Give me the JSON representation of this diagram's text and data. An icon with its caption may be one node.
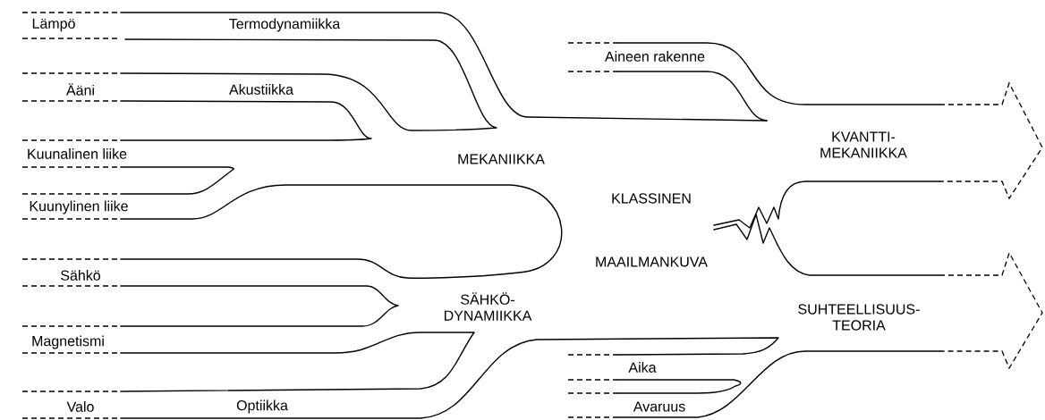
{
  "diagram": {
    "labels": [
      "Lämpö",
      "Termodynamiikka",
      "Aineen rakenne",
      "Ääni",
      "Akustiikka",
      "Kuunalinen liike",
      "MEKANIIKKA",
      "KVANTTI- MEKANIIKKA",
      "KLASSINEN",
      "Kuunylinen liike",
      "MAAILMANKUVA",
      "Sähkö",
      "SÄHKÖ- DYNAMIIKKA",
      "SUHTEELLISUUS- TEORIA",
      "Magnetismi",
      "Aika",
      "Valo",
      "Optiikka",
      "Avaruus"
    ]
  }
}
